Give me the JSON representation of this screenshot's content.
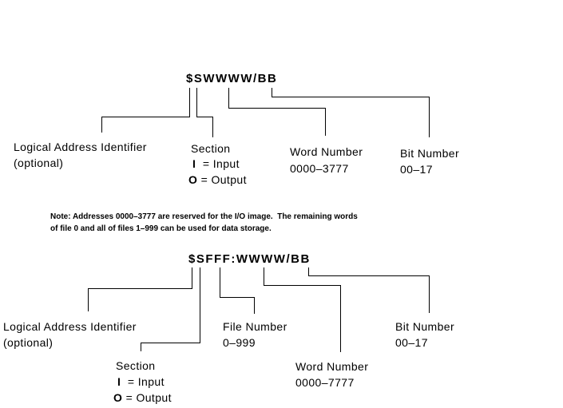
{
  "diagram1": {
    "format": "$SWWWW/BB",
    "logical_address_label": "Logical Address Identifier",
    "logical_address_sub": "(optional)",
    "section_label": "Section",
    "section_input_key": "I",
    "section_input_text": "= Input",
    "section_output_key": "O",
    "section_output_text": "= Output",
    "word_label": "Word Number",
    "word_range": "0000–3777",
    "bit_label": "Bit Number",
    "bit_range": "00–17"
  },
  "note": {
    "line1": "Note: Addresses 0000–3777 are reserved for the I/O image.  The remaining words",
    "line2": "of file 0 and all of files 1–999 can be used for data storage."
  },
  "diagram2": {
    "format": "$SFFF:WWWW/BB",
    "logical_address_label": "Logical Address Identifier",
    "logical_address_sub": "(optional)",
    "file_label": "File Number",
    "file_range": "0–999",
    "bit_label": "Bit Number",
    "bit_range": "00–17",
    "section_label": "Section",
    "section_input_key": "I",
    "section_input_text": "= Input",
    "section_output_key": "O",
    "section_output_text": "= Output",
    "word_label": "Word Number",
    "word_range": "0000–7777"
  }
}
